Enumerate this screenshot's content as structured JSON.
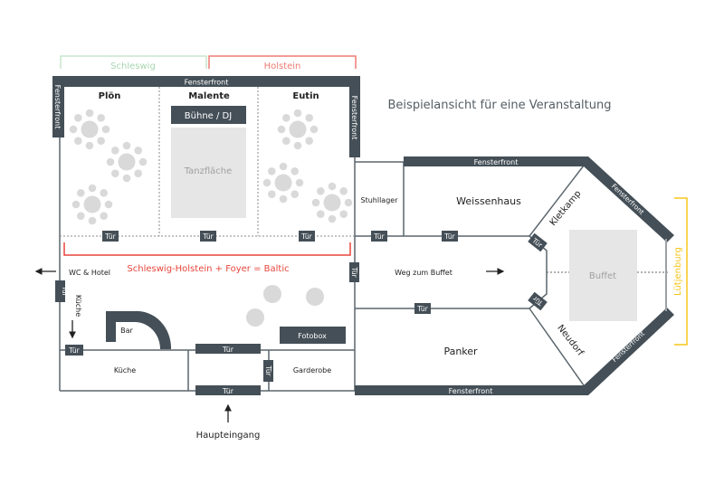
{
  "title": "Beispielansicht für eine Veranstaltung",
  "colors": {
    "wall": "#444f57",
    "thin_wall": "#5b666d",
    "furniture": "#d9d9d9",
    "floor_area": "#e6e6e6",
    "schleswig": "#c8e6cc",
    "holstein": "#ee7b72",
    "baltic": "#e8453c",
    "luetjenburg": "#f5c518"
  },
  "brackets": {
    "schleswig": "Schleswig",
    "holstein": "Holstein",
    "baltic": "Schleswig-Holstein + Foyer = Baltic",
    "luetjenburg": "Lütjenburg"
  },
  "window_label": "Fensterfront",
  "door_label": "Tür",
  "rooms": {
    "ploen": "Plön",
    "malente": "Malente",
    "eutin": "Eutin",
    "stage": "Bühne / DJ",
    "dancefloor": "Tanzfläche",
    "stuhllager": "Stuhllager",
    "weissenhaus": "Weissenhaus",
    "kletkamp": "Kletkamp",
    "buffet": "Buffet",
    "weg_zum_buffet": "Weg zum Buffet",
    "neudorf": "Neudorf",
    "panker": "Panker",
    "wc_hotel": "WC & Hotel",
    "kueche_arrow": "Küche",
    "bar": "Bar",
    "fotobox": "Fotobox",
    "kueche": "Küche",
    "garderobe": "Garderobe",
    "haupteingang": "Haupteingang"
  }
}
